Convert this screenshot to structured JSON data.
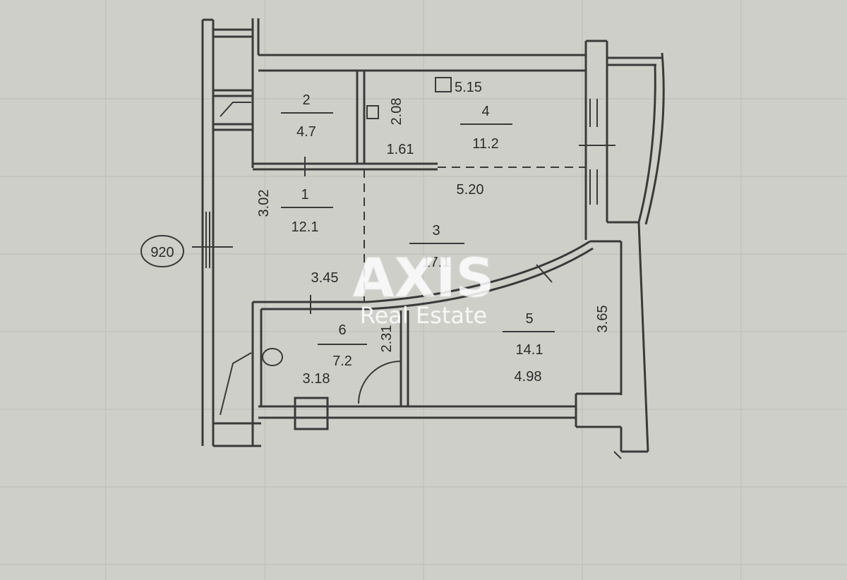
{
  "watermark": {
    "brand": "AXIS",
    "tagline": "Real Estate"
  },
  "marker": {
    "label": "920"
  },
  "rooms": [
    {
      "number": "1",
      "area": "12.1"
    },
    {
      "number": "2",
      "area": "4.7"
    },
    {
      "number": "3",
      "area": "17.1"
    },
    {
      "number": "4",
      "area": "11.2"
    },
    {
      "number": "5",
      "area": "14.1"
    },
    {
      "number": "6",
      "area": "7.2"
    }
  ],
  "dimensions": {
    "d515": "5.15",
    "d208": "2.08",
    "d161": "1.61",
    "d302": "3.02",
    "d520": "5.20",
    "d345": "3.45",
    "d231": "2.31",
    "d318": "3.18",
    "d365": "3.65",
    "d498": "4.98"
  },
  "colors": {
    "paper": "#cfcfca",
    "ink": "#3a3a3a",
    "grid": "#b9b9b4",
    "watermark": "#ffffff"
  }
}
